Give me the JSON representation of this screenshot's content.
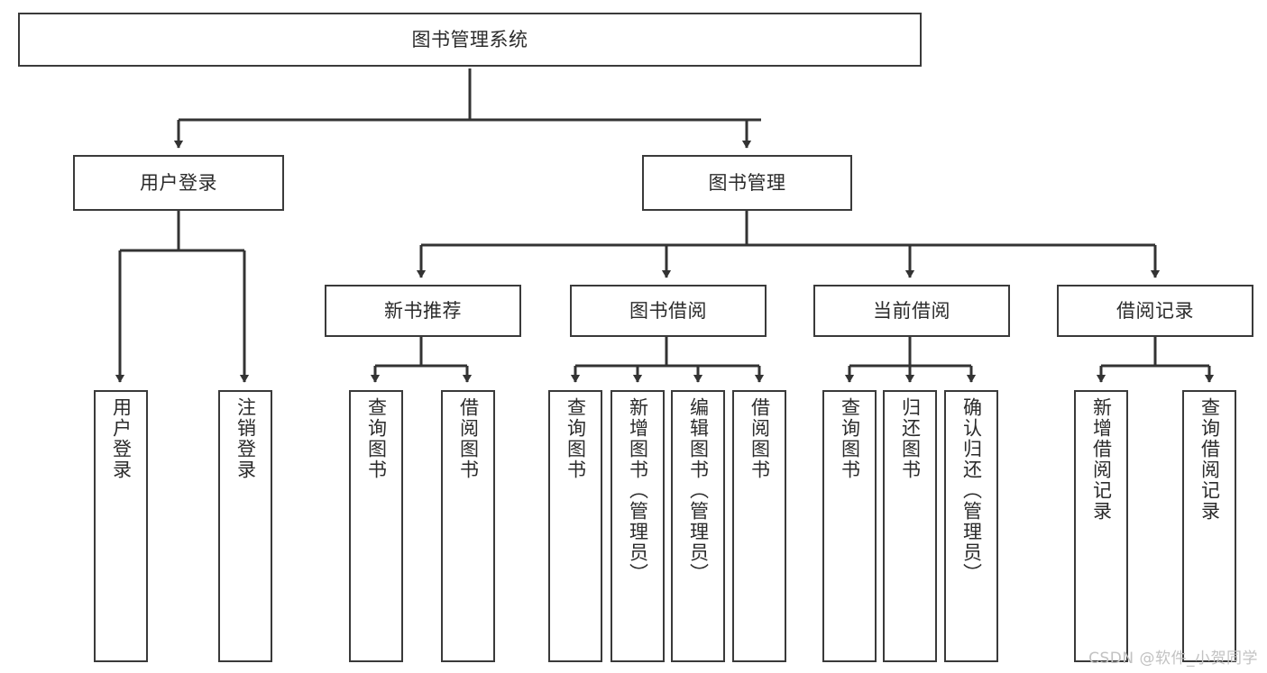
{
  "diagram": {
    "title": "图书管理系统",
    "type": "tree",
    "watermark": "CSDN @软件_小贺同学",
    "colors": {
      "box_border": "#3a3a3a",
      "box_fill": "#ffffff",
      "text": "#2b2b2b",
      "connector": "#333333",
      "watermark": "#c2c2c2",
      "background": "#ffffff"
    },
    "nodes": {
      "root": {
        "label": "图书管理系统"
      },
      "level2": [
        {
          "label": "用户登录"
        },
        {
          "label": "图书管理"
        }
      ],
      "level3": [
        {
          "label": "新书推荐"
        },
        {
          "label": "图书借阅"
        },
        {
          "label": "当前借阅"
        },
        {
          "label": "借阅记录"
        }
      ],
      "leaves": {
        "user_login": [
          {
            "label": "用户登录"
          },
          {
            "label": "注销登录"
          }
        ],
        "new_book_recommend": [
          {
            "label": "查询图书"
          },
          {
            "label": "借阅图书"
          }
        ],
        "book_borrow": [
          {
            "label": "查询图书"
          },
          {
            "label": "新增图书（管理员）"
          },
          {
            "label": "编辑图书（管理员）"
          },
          {
            "label": "借阅图书"
          }
        ],
        "current_borrow": [
          {
            "label": "查询图书"
          },
          {
            "label": "归还图书"
          },
          {
            "label": "确认归还（管理员）"
          }
        ],
        "borrow_record": [
          {
            "label": "新增借阅记录"
          },
          {
            "label": "查询借阅记录"
          }
        ]
      }
    }
  }
}
